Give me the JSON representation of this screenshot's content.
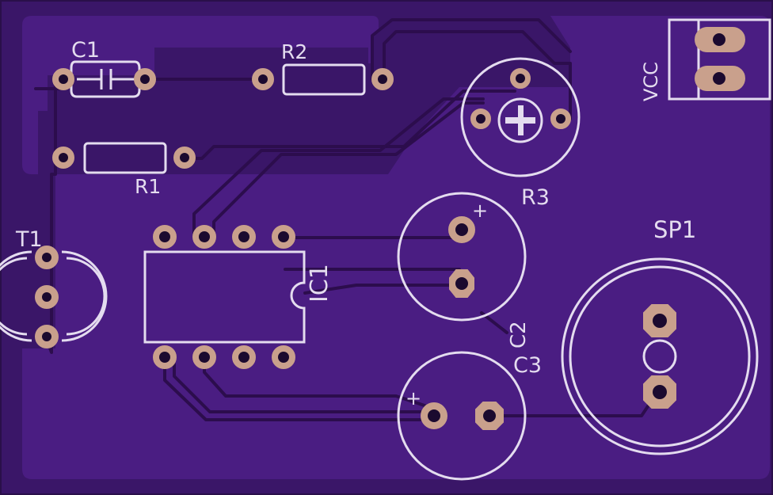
{
  "board": {
    "colors": {
      "substrate": "#3a1668",
      "copper_pour": "#4a1d82",
      "trace": "#2c0d4d",
      "silkscreen": "#e4dcef",
      "pad": "#c9a08c",
      "drill_hole": "#1b0a2f"
    },
    "labels": {
      "c1": "C1",
      "r2": "R2",
      "r1": "R1",
      "r3": "R3",
      "vcc": "VCC",
      "t1": "T1",
      "ic1": "IC1",
      "sp1": "SP1",
      "c2": "C2",
      "c3": "C3",
      "c2_polarity": "+",
      "c3_polarity": "+"
    }
  }
}
